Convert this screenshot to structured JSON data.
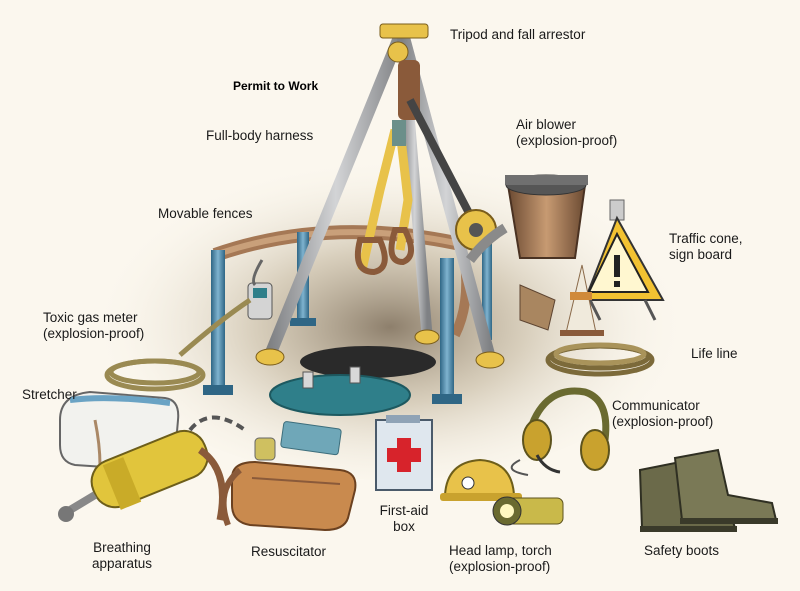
{
  "labels": {
    "permit": "Permit to Work",
    "tripod": "Tripod and fall arrestor",
    "harness": "Full-body harness",
    "air_blower_1": "Air blower",
    "air_blower_2": "(explosion-proof)",
    "fences": "Movable fences",
    "traffic_1": "Traffic cone,",
    "traffic_2": "sign board",
    "gas_1": "Toxic gas meter",
    "gas_2": "(explosion-proof)",
    "lifeline": "Life line",
    "stretcher": "Stretcher",
    "comm_1": "Communicator",
    "comm_2": "(explosion-proof)",
    "firstaid_1": "First-aid",
    "firstaid_2": "box",
    "breathing_1": "Breathing",
    "breathing_2": "apparatus",
    "resus": "Resuscitator",
    "headlamp_1": "Head lamp, torch",
    "headlamp_2": "(explosion-proof)",
    "boots": "Safety boots"
  },
  "colors": {
    "background": "#fbf7ee",
    "steel": "#a8a9ab",
    "fence_post": "#4f87a8",
    "yellow": "#e8c24a",
    "brown": "#8a5a3a",
    "teal": "#2f7f8a",
    "red_cross": "#d7232b"
  },
  "icons": [
    "tripod-icon",
    "harness-icon",
    "air-blower-icon",
    "fence-icon",
    "traffic-cone-icon",
    "warning-sign-icon",
    "gas-meter-icon",
    "life-line-icon",
    "stretcher-icon",
    "communicator-icon",
    "first-aid-box-icon",
    "breathing-apparatus-icon",
    "resuscitator-icon",
    "helmet-icon",
    "torch-icon",
    "safety-boots-icon",
    "manhole-icon"
  ]
}
